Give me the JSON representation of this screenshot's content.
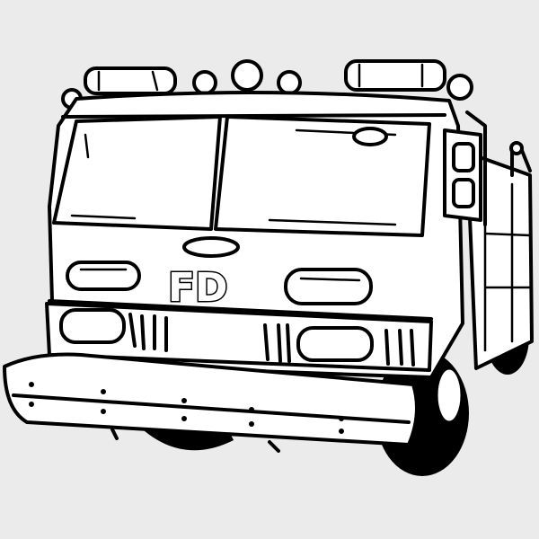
{
  "illustration": {
    "subject": "fire-truck",
    "style": "black line art",
    "emblem_text": "FD",
    "colors": {
      "background": "#ebebeb",
      "line": "#000000",
      "fill": "#ffffff"
    }
  }
}
